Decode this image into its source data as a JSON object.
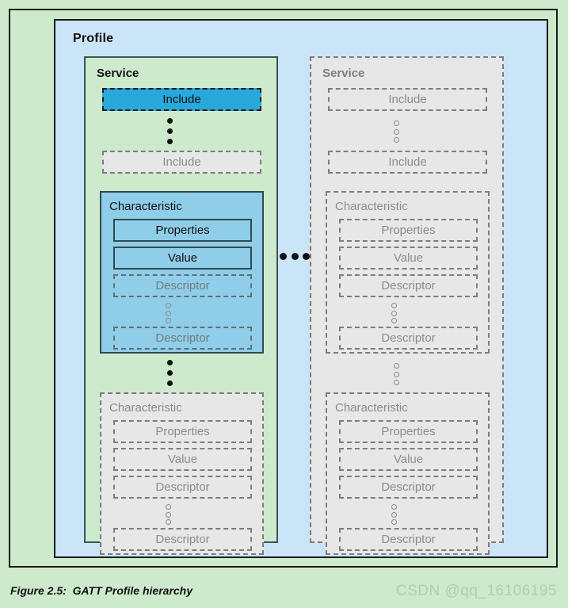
{
  "figure": {
    "caption": "Figure 2.5:  GATT Profile hierarchy",
    "watermark": "CSDN @qq_16106195"
  },
  "colors": {
    "page_background": "#cdeacd",
    "profile_background": "#cbe5f8",
    "service_active_background": "#cdeacd",
    "service_inactive_background": "#e7e7e7",
    "include_highlight": "#29a8dc",
    "characteristic_active": "#8fcde8",
    "dim_text": "#8c8c8c",
    "active_text": "#111111",
    "dim_border": "#7d7d7d",
    "active_border": "#2e4a50"
  },
  "profile": {
    "title": "Profile",
    "separator_dots": "ellipsis-horizontal",
    "services": [
      {
        "title": "Service",
        "state": "active",
        "includes": [
          {
            "label": "Include",
            "state": "highlighted"
          },
          {
            "label": "Include",
            "state": "dim"
          }
        ],
        "include_ellipsis": "solid",
        "characteristics": [
          {
            "title": "Characteristic",
            "state": "active",
            "properties": {
              "label": "Properties",
              "state": "active"
            },
            "value": {
              "label": "Value",
              "state": "active"
            },
            "descriptors": [
              {
                "label": "Descriptor",
                "state": "dim"
              },
              {
                "label": "Descriptor",
                "state": "dim"
              }
            ],
            "descriptor_ellipsis": "hollow"
          },
          {
            "title": "Characteristic",
            "state": "dim",
            "properties": {
              "label": "Properties",
              "state": "dim"
            },
            "value": {
              "label": "Value",
              "state": "dim"
            },
            "descriptors": [
              {
                "label": "Descriptor",
                "state": "dim"
              },
              {
                "label": "Descriptor",
                "state": "dim"
              }
            ],
            "descriptor_ellipsis": "hollow"
          }
        ],
        "characteristic_ellipsis": "solid"
      },
      {
        "title": "Service",
        "state": "dim",
        "includes": [
          {
            "label": "Include",
            "state": "dim"
          },
          {
            "label": "Include",
            "state": "dim"
          }
        ],
        "include_ellipsis": "hollow",
        "characteristics": [
          {
            "title": "Characteristic",
            "state": "dim",
            "properties": {
              "label": "Properties",
              "state": "dim"
            },
            "value": {
              "label": "Value",
              "state": "dim"
            },
            "descriptors": [
              {
                "label": "Descriptor",
                "state": "dim"
              },
              {
                "label": "Descriptor",
                "state": "dim"
              }
            ],
            "descriptor_ellipsis": "hollow"
          },
          {
            "title": "Characteristic",
            "state": "dim",
            "properties": {
              "label": "Properties",
              "state": "dim"
            },
            "value": {
              "label": "Value",
              "state": "dim"
            },
            "descriptors": [
              {
                "label": "Descriptor",
                "state": "dim"
              },
              {
                "label": "Descriptor",
                "state": "dim"
              }
            ],
            "descriptor_ellipsis": "hollow"
          }
        ],
        "characteristic_ellipsis": "hollow"
      }
    ]
  }
}
